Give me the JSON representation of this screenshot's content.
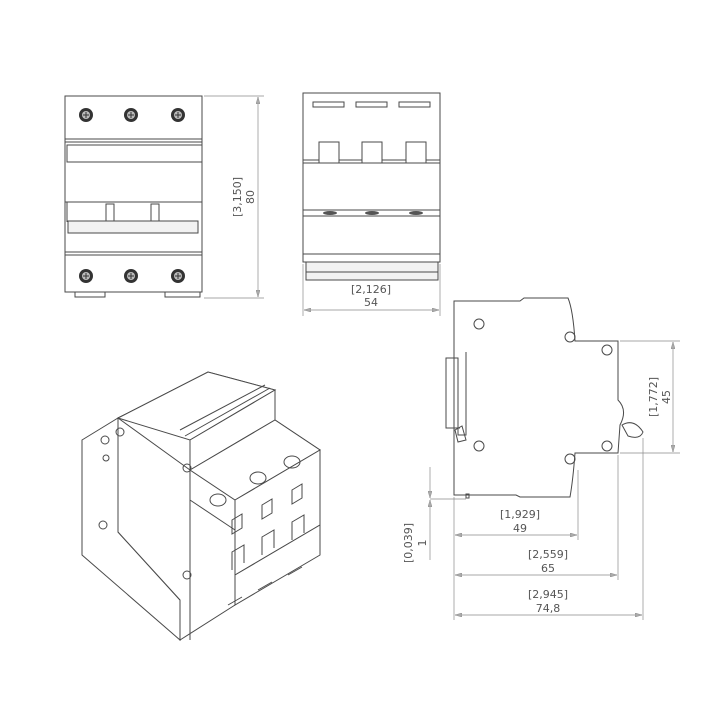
{
  "drawing": {
    "front_view": {
      "height_in": "[3,150]",
      "height_mm": "80"
    },
    "top_view": {
      "width_in": "[2,126]",
      "width_mm": "54"
    },
    "side_view": {
      "module_height_in": "[1,772]",
      "module_height_mm": "45",
      "rail_offset_in": "[0,039]",
      "rail_offset_mm": "1",
      "depth1_in": "[1,929]",
      "depth1_mm": "49",
      "depth2_in": "[2,559]",
      "depth2_mm": "65",
      "depth3_in": "[2,945]",
      "depth3_mm": "74,8"
    },
    "line_color": "#4a4a4a"
  }
}
